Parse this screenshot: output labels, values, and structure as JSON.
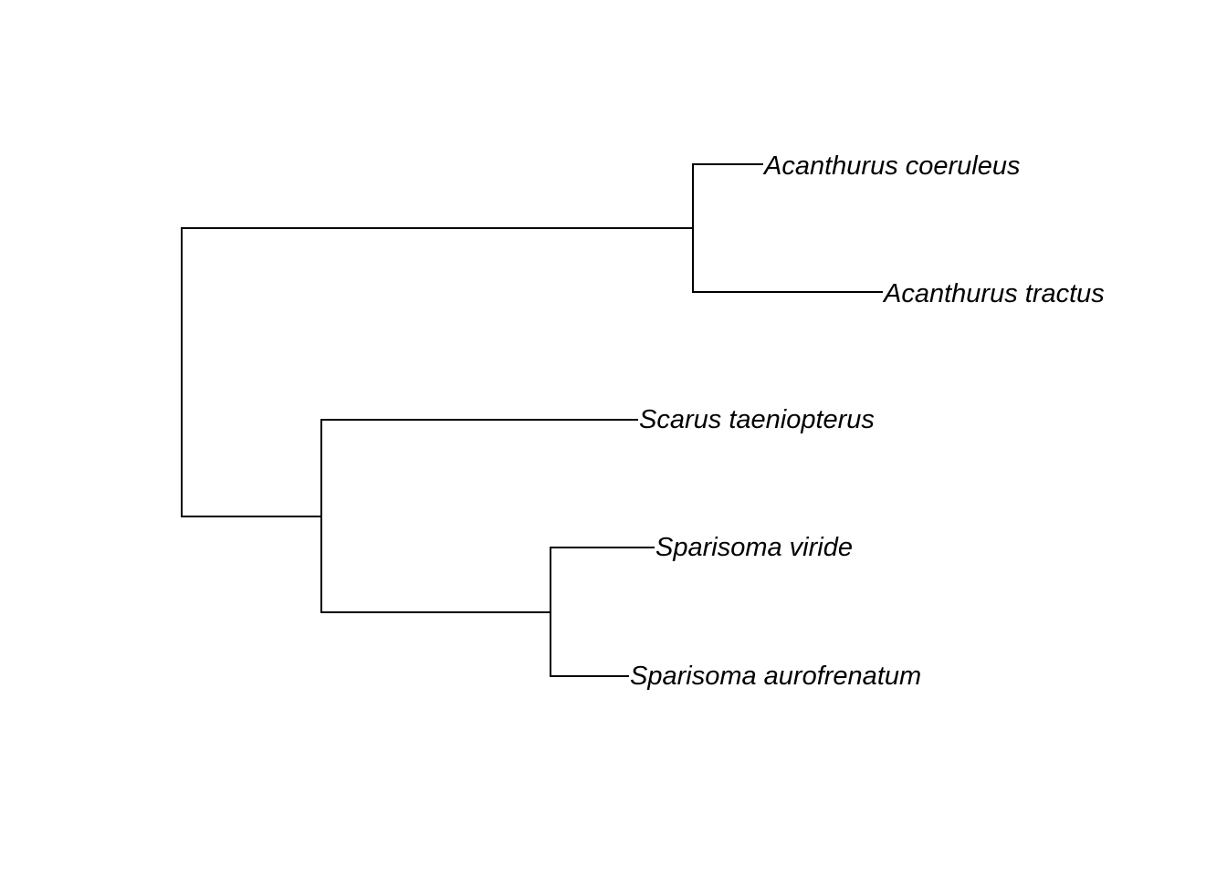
{
  "tree": {
    "tips": [
      {
        "id": "a_coeruleus",
        "label": "Acanthurus coeruleus"
      },
      {
        "id": "a_tractus",
        "label": "Acanthurus tractus"
      },
      {
        "id": "s_taeniopterus",
        "label": "Scarus taeniopterus"
      },
      {
        "id": "sp_viride",
        "label": "Sparisoma viride"
      },
      {
        "id": "sp_aurofrenatum",
        "label": "Sparisoma aurofrenatum"
      }
    ],
    "topology": "((Acanthurus coeruleus, Acanthurus tractus), (Scarus taeniopterus, (Sparisoma viride, Sparisoma aurofrenatum)))",
    "line_color": "#000000"
  }
}
